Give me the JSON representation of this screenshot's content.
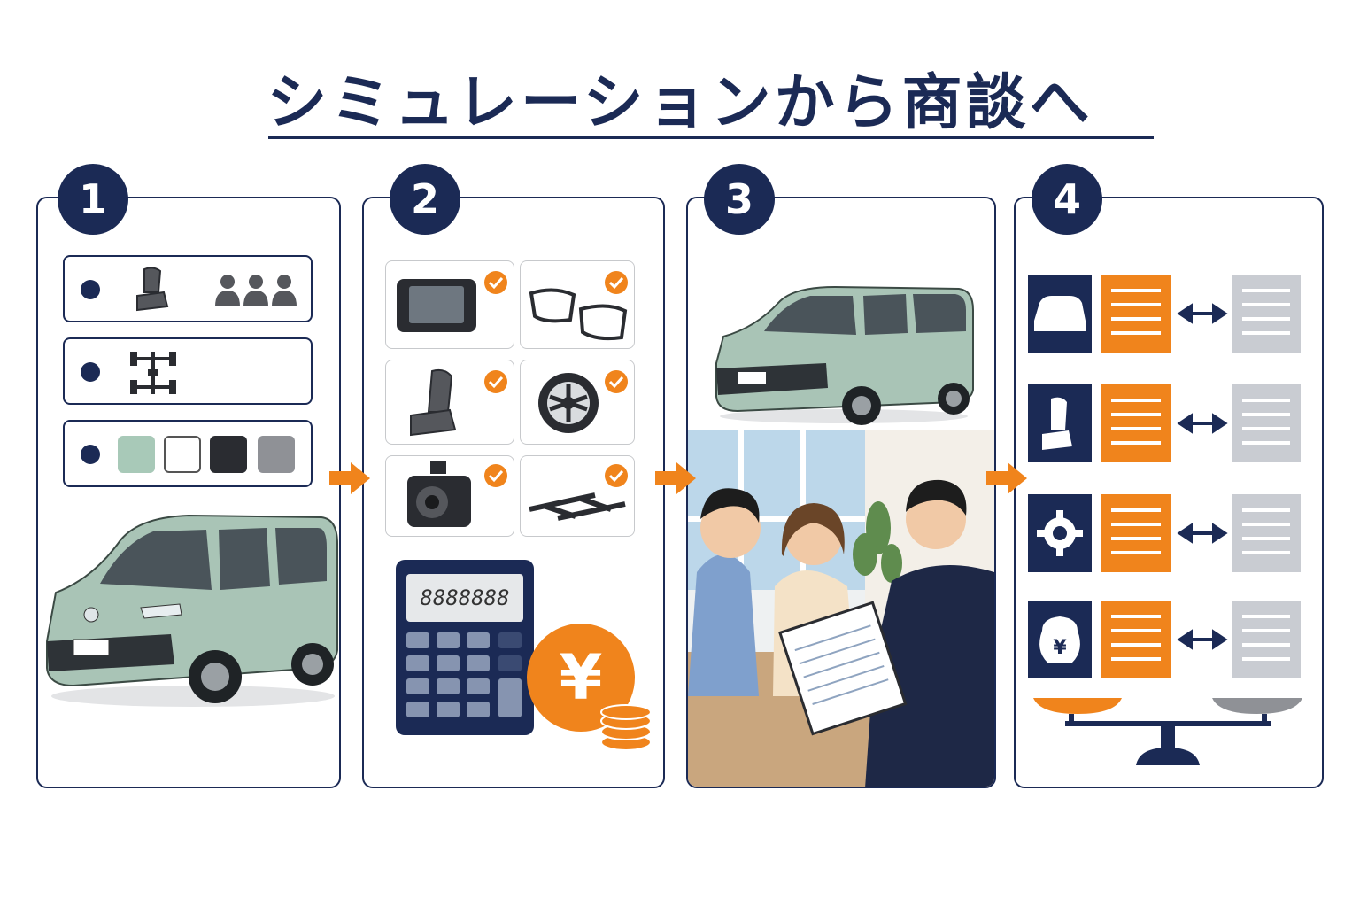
{
  "title": "シミュレーションから商談へ",
  "steps": [
    "1",
    "2",
    "3",
    "4"
  ],
  "calculator": {
    "display": "8888888"
  },
  "currency_symbol": "¥",
  "colors": {
    "navy": "#1b2a55",
    "orange": "#f0841c",
    "car_body": "#a9c4b6",
    "gray": "#c9ccd2"
  },
  "step1": {
    "body_colors": [
      "#a8c9b8",
      "#ffffff",
      "#2a2c31",
      "#8f9196"
    ]
  }
}
